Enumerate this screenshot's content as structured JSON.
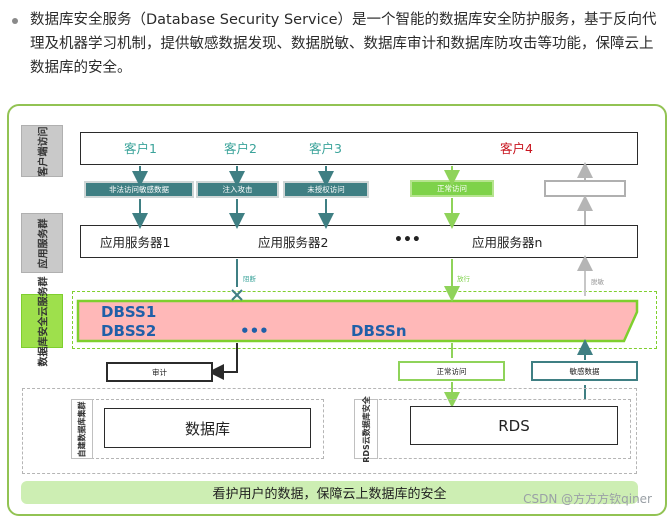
{
  "intro": "数据库安全服务（Database Security Service）是一个智能的数据库安全防护服务，基于反向代理及机器学习机制，提供敏感数据发现、数据脱敏、数据库审计和数据库防攻击等功能，保障云上数据库的安全。",
  "layers": {
    "client": "客户端访问",
    "app": "应用服务群",
    "dbss": "数据库安全云服务群",
    "selfdb": "自建数据库集群",
    "rds": "RDS云数据库安全"
  },
  "clients": [
    "客户1",
    "客户2",
    "客户3",
    "客户4"
  ],
  "tags": [
    "非法访问敏感数据",
    "注入攻击",
    "未授权访问",
    "正常访问",
    ""
  ],
  "servers": [
    "应用服务器1",
    "应用服务器2",
    "•••",
    "应用服务器n"
  ],
  "flow_labels": {
    "block": "阻断",
    "allow": "放行",
    "mask": "脱敏"
  },
  "dbss": {
    "first": "DBSS1",
    "second": "DBSS2",
    "dots": "•••",
    "last": "DBSSn"
  },
  "outputs": [
    "审计",
    "正常访问",
    "敏感数据"
  ],
  "databases": [
    "数据库",
    "RDS"
  ],
  "footer": "看护用户的数据，保障云上数据库的安全",
  "watermark": "CSDN @方方方钦qiner",
  "colors": {
    "teal": "#3aa39a",
    "dark_teal": "#3f7f83",
    "client4": "#c8141e",
    "dbss_fill": "#ffb8b8",
    "dbss_border": "#7fcf2e",
    "frame": "#92c353",
    "dbss_text": "#1f5fa8"
  }
}
